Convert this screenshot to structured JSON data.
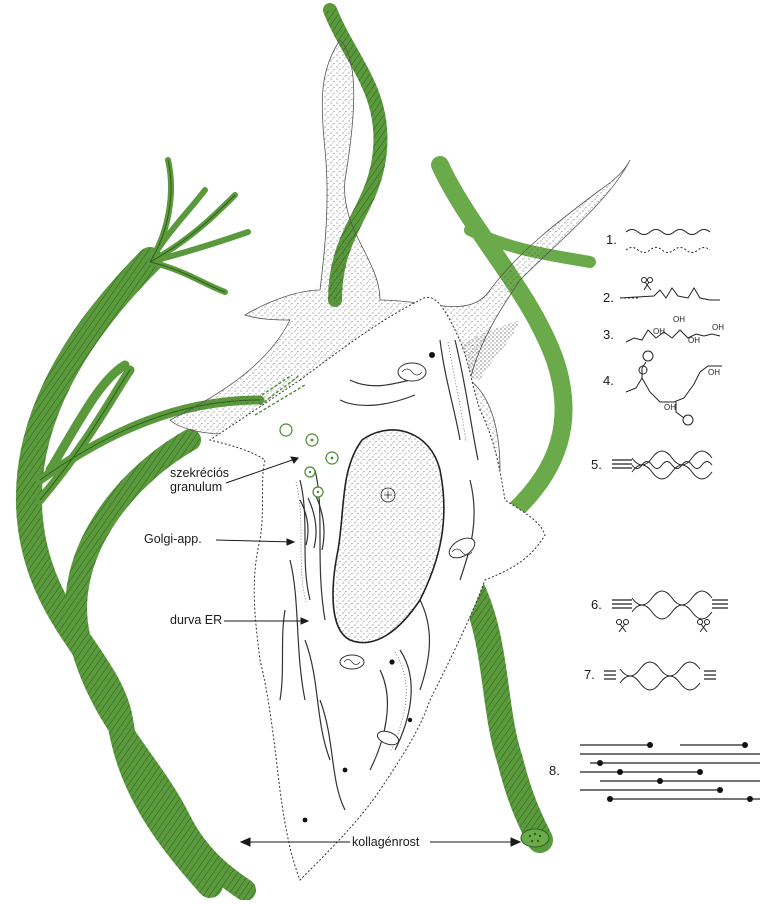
{
  "colors": {
    "collagen": "#5a9a3c",
    "collagen_dark": "#2f5f1e",
    "ink": "#1a1a1a",
    "cell": "#ffffff"
  },
  "labels": {
    "secretory_granule": [
      "szekréciós",
      "granulum"
    ],
    "golgi": "Golgi-app.",
    "rough_er": "durva ER",
    "collagen_fiber": "kollagénrost"
  },
  "steps": {
    "items": [
      {
        "number": "1."
      },
      {
        "number": "2.",
        "icon": "scissors-icon"
      },
      {
        "number": "3.",
        "hydroxyl": [
          "OH",
          "OH",
          "OH",
          "OH"
        ]
      },
      {
        "number": "4.",
        "hydroxyl": [
          "OH",
          "OH"
        ]
      },
      {
        "number": "5."
      },
      {
        "number": "6.",
        "icon": "scissors-icon"
      },
      {
        "number": "7."
      },
      {
        "number": "8."
      }
    ]
  }
}
